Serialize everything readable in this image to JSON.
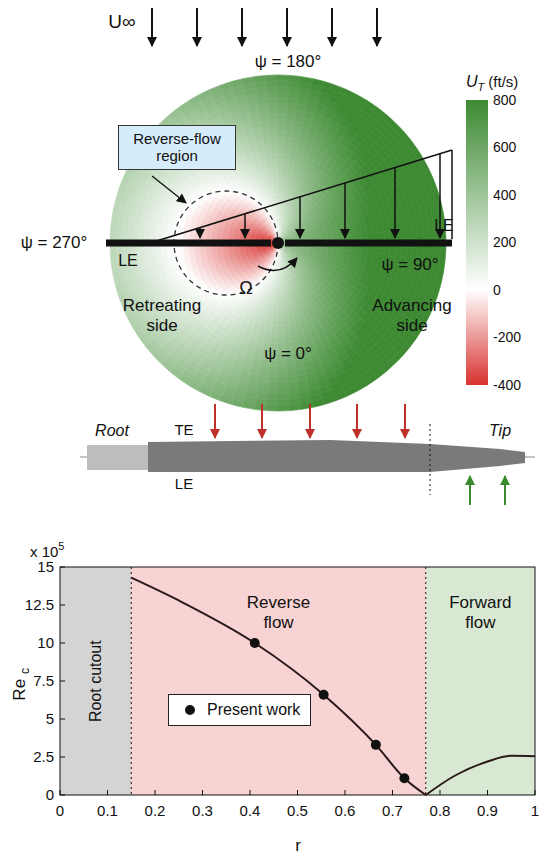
{
  "diagram": {
    "nodes": [
      {
        "text": [
          "Reverse-flow region"
        ]
      },
      {
        "text": [
          "Root cutout"
        ]
      },
      {
        "text": [
          "Reverse flow"
        ]
      },
      {
        "text": [
          "Forward flow"
        ]
      }
    ],
    "labels": [
      "U∞",
      "ψ = 180°",
      "ψ = 270°",
      "ψ = 90°",
      "ψ = 0°",
      "LE",
      "LE",
      "Ω",
      "Retreating side",
      "Advancing side",
      "U",
      "T",
      "(ft/s)",
      "800",
      "600",
      "400",
      "200",
      "0",
      "-200",
      "-400",
      "Root",
      "TE",
      "LE",
      "Tip",
      "x 10",
      "5",
      "0",
      "2.5",
      "5",
      "7.5",
      "10",
      "12.5",
      "15",
      "0",
      "0.1",
      "0.2",
      "0.3",
      "0.4",
      "0.5",
      "0.6",
      "0.7",
      "0.8",
      "0.9",
      "1",
      "r",
      "Re",
      "c"
    ],
    "legend": [
      {
        "text": "Present work"
      }
    ]
  }
}
